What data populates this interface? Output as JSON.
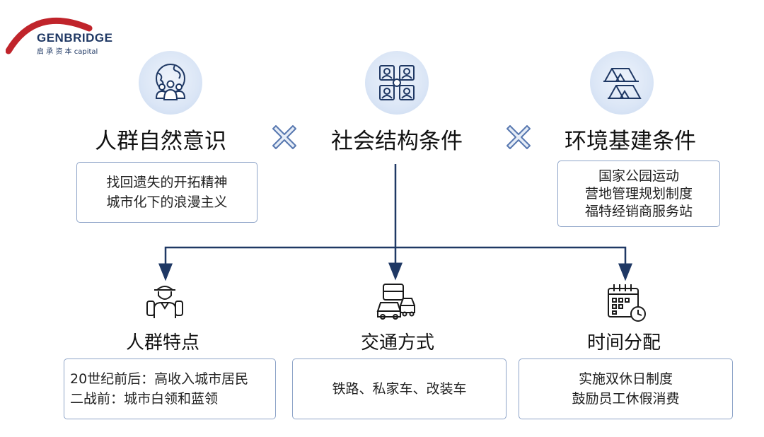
{
  "brand": {
    "name": "GENBRIDGE",
    "sub": "启 承 资 本 capital",
    "colors": {
      "arc": "#c0242b",
      "text": "#1f3864"
    }
  },
  "top": [
    {
      "title": "人群自然意识",
      "icon": "crowd-globe-icon",
      "lines": [
        "找回遗失的开拓精神",
        "城市化下的浪漫主义"
      ]
    },
    {
      "title": "社会结构条件",
      "icon": "people-network-icon",
      "lines": []
    },
    {
      "title": "环境基建条件",
      "icon": "tents-icon",
      "lines": [
        "国家公园运动",
        "营地管理规划制度",
        "福特经销商服务站"
      ]
    }
  ],
  "bottom": [
    {
      "title": "人群特点",
      "icon": "camper-icon",
      "lines": [
        "20世纪前后：高收入城市居民",
        "二战前：城市白领和蓝领"
      ]
    },
    {
      "title": "交通方式",
      "icon": "vehicles-icon",
      "lines": [
        "铁路、私家车、改装车"
      ]
    },
    {
      "title": "时间分配",
      "icon": "calendar-clock-icon",
      "lines": [
        "实施双休日制度",
        "鼓励员工休假消费"
      ]
    }
  ],
  "colors": {
    "accent": "#1f3864",
    "box_border": "#8ea4c8",
    "circle": "#dbe6f6",
    "times": "#5878b0"
  }
}
